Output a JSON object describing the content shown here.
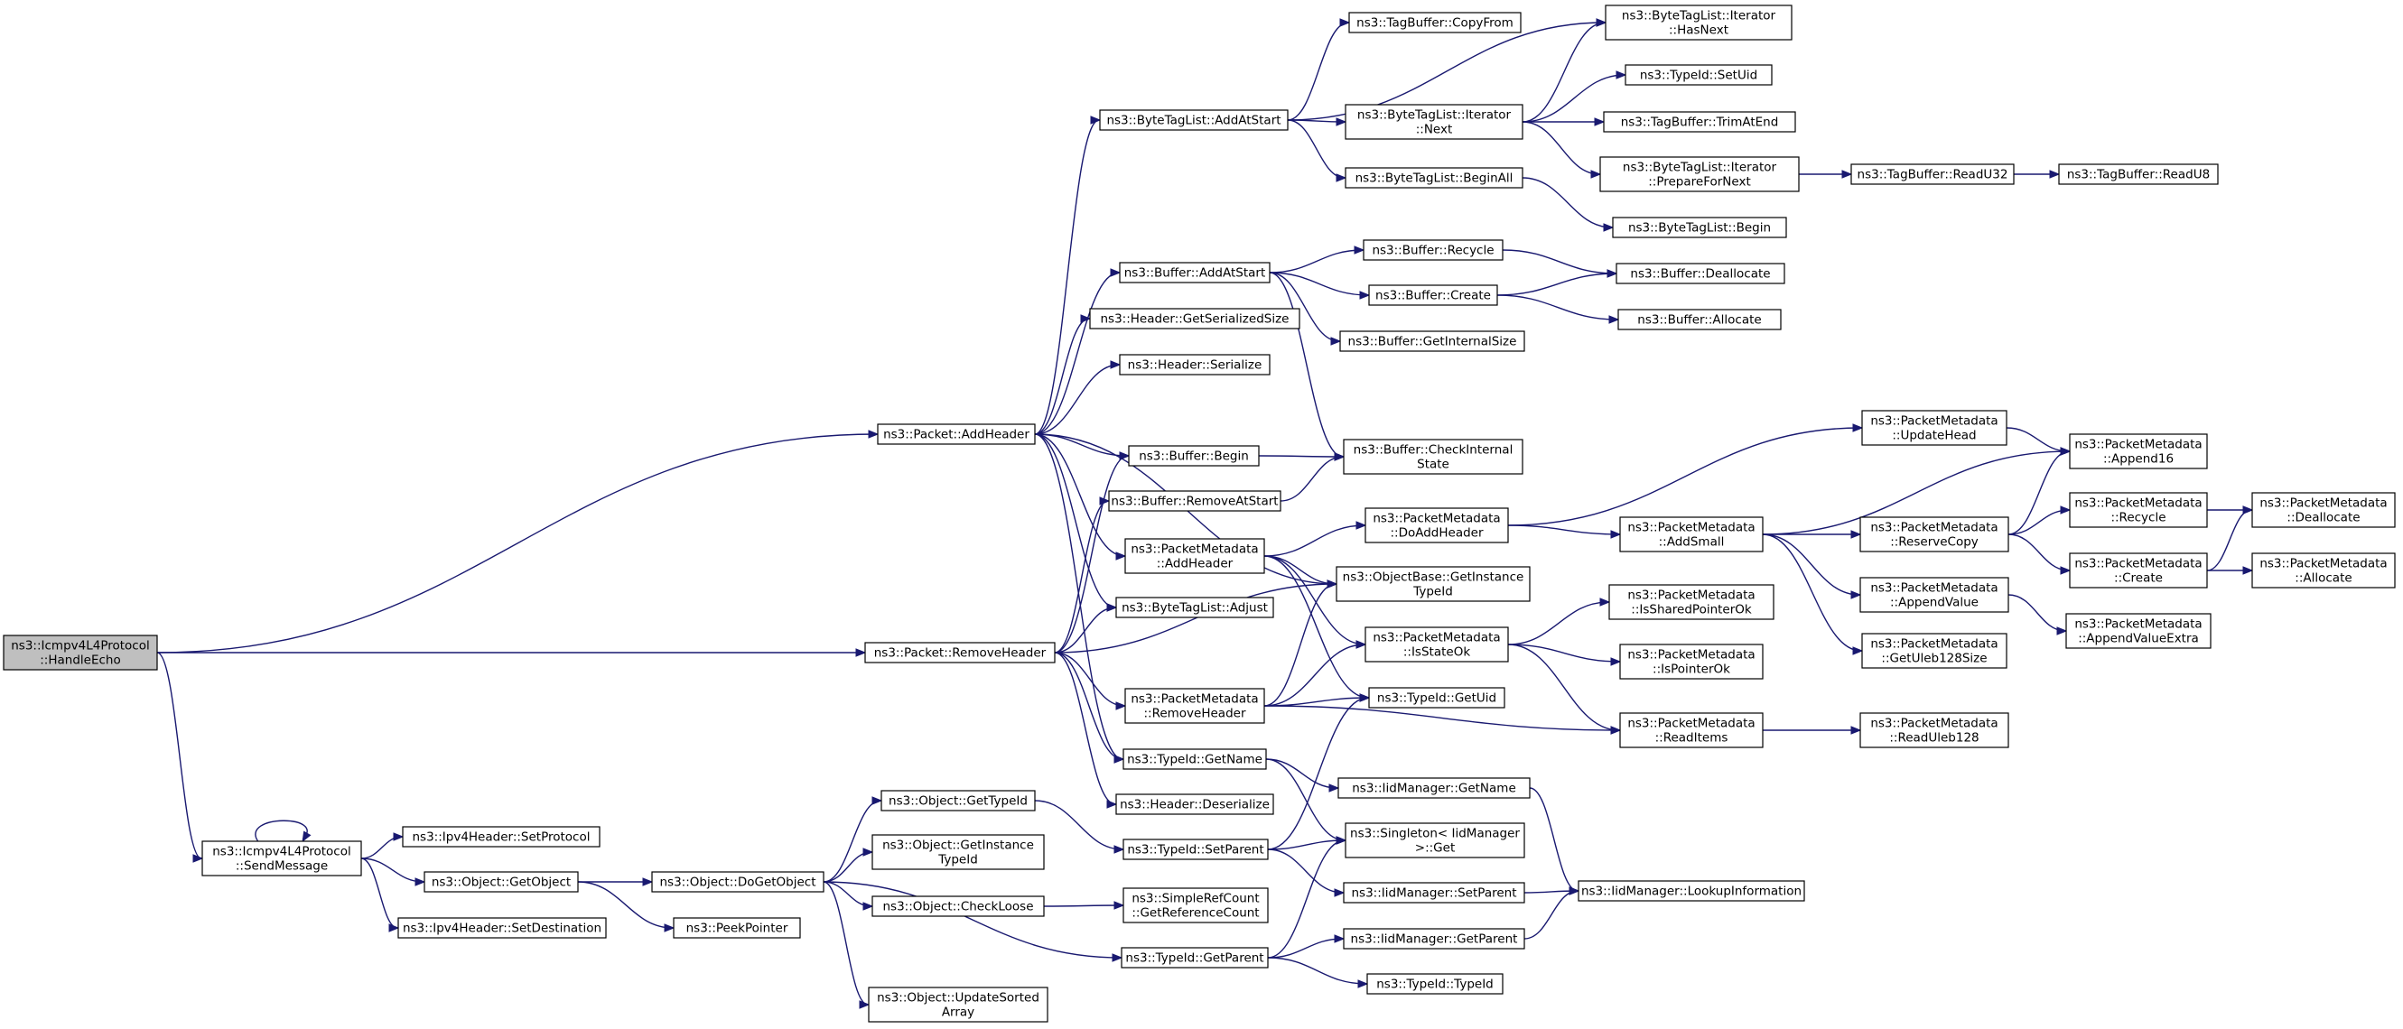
{
  "diagram": {
    "type": "call-graph",
    "root": "ns3::Icmpv4L4Protocol::HandleEcho",
    "nodes": [
      {
        "id": "HandleEcho",
        "lines": [
          "ns3::Icmpv4L4Protocol",
          "::HandleEcho"
        ],
        "root": true
      },
      {
        "id": "SendMessage",
        "lines": [
          "ns3::Icmpv4L4Protocol",
          "::SendMessage"
        ]
      },
      {
        "id": "AddHeader",
        "lines": [
          "ns3::Packet::AddHeader"
        ]
      },
      {
        "id": "RemoveHeader",
        "lines": [
          "ns3::Packet::RemoveHeader"
        ]
      },
      {
        "id": "SetProtocol",
        "lines": [
          "ns3::Ipv4Header::SetProtocol"
        ]
      },
      {
        "id": "GetObject",
        "lines": [
          "ns3::Object::GetObject"
        ]
      },
      {
        "id": "SetDestination",
        "lines": [
          "ns3::Ipv4Header::SetDestination"
        ]
      },
      {
        "id": "DoGetObject",
        "lines": [
          "ns3::Object::DoGetObject"
        ]
      },
      {
        "id": "PeekPointer",
        "lines": [
          "ns3::PeekPointer"
        ]
      },
      {
        "id": "ObjGetTypeId",
        "lines": [
          "ns3::Object::GetTypeId"
        ]
      },
      {
        "id": "ObjGetInstanceTypeId",
        "lines": [
          "ns3::Object::GetInstance",
          "TypeId"
        ]
      },
      {
        "id": "CheckLoose",
        "lines": [
          "ns3::Object::CheckLoose"
        ]
      },
      {
        "id": "UpdateSortedArray",
        "lines": [
          "ns3::Object::UpdateSorted",
          "Array"
        ]
      },
      {
        "id": "BTLAddAtStart",
        "lines": [
          "ns3::ByteTagList::AddAtStart"
        ]
      },
      {
        "id": "BufAddAtStart",
        "lines": [
          "ns3::Buffer::AddAtStart"
        ]
      },
      {
        "id": "HdrGetSerializedSize",
        "lines": [
          "ns3::Header::GetSerializedSize"
        ]
      },
      {
        "id": "HdrSerialize",
        "lines": [
          "ns3::Header::Serialize"
        ]
      },
      {
        "id": "BufBegin",
        "lines": [
          "ns3::Buffer::Begin"
        ]
      },
      {
        "id": "BufRemoveAtStart",
        "lines": [
          "ns3::Buffer::RemoveAtStart"
        ]
      },
      {
        "id": "PMAddHeader",
        "lines": [
          "ns3::PacketMetadata",
          "::AddHeader"
        ]
      },
      {
        "id": "BTLAdjust",
        "lines": [
          "ns3::ByteTagList::Adjust"
        ]
      },
      {
        "id": "PMRemoveHeader",
        "lines": [
          "ns3::PacketMetadata",
          "::RemoveHeader"
        ]
      },
      {
        "id": "TypeIdGetName",
        "lines": [
          "ns3::TypeId::GetName"
        ]
      },
      {
        "id": "HdrDeserialize",
        "lines": [
          "ns3::Header::Deserialize"
        ]
      },
      {
        "id": "TypeIdSetParent",
        "lines": [
          "ns3::TypeId::SetParent"
        ]
      },
      {
        "id": "SRCGetReferenceCount",
        "lines": [
          "ns3::SimpleRefCount",
          "::GetReferenceCount"
        ]
      },
      {
        "id": "TypeIdGetParent",
        "lines": [
          "ns3::TypeId::GetParent"
        ]
      },
      {
        "id": "TBCopyFrom",
        "lines": [
          "ns3::TagBuffer::CopyFrom"
        ]
      },
      {
        "id": "BTLIterNext",
        "lines": [
          "ns3::ByteTagList::Iterator",
          "::Next"
        ]
      },
      {
        "id": "BTLBeginAll",
        "lines": [
          "ns3::ByteTagList::BeginAll"
        ]
      },
      {
        "id": "BufRecycle",
        "lines": [
          "ns3::Buffer::Recycle"
        ]
      },
      {
        "id": "BufCreate",
        "lines": [
          "ns3::Buffer::Create"
        ]
      },
      {
        "id": "BufGetInternalSize",
        "lines": [
          "ns3::Buffer::GetInternalSize"
        ]
      },
      {
        "id": "BufCheckInternalState",
        "lines": [
          "ns3::Buffer::CheckInternal",
          "State"
        ]
      },
      {
        "id": "PMDoAddHeader",
        "lines": [
          "ns3::PacketMetadata",
          "::DoAddHeader"
        ]
      },
      {
        "id": "OBGetInstanceTypeId",
        "lines": [
          "ns3::ObjectBase::GetInstance",
          "TypeId"
        ]
      },
      {
        "id": "PMIsStateOk",
        "lines": [
          "ns3::PacketMetadata",
          "::IsStateOk"
        ]
      },
      {
        "id": "TypeIdGetUid",
        "lines": [
          "ns3::TypeId::GetUid"
        ]
      },
      {
        "id": "IidGetName",
        "lines": [
          "ns3::IidManager::GetName"
        ]
      },
      {
        "id": "SingletonGet",
        "lines": [
          "ns3::Singleton< IidManager",
          " >::Get"
        ]
      },
      {
        "id": "IidSetParent",
        "lines": [
          "ns3::IidManager::SetParent"
        ]
      },
      {
        "id": "IidGetParent",
        "lines": [
          "ns3::IidManager::GetParent"
        ]
      },
      {
        "id": "TypeIdTypeId",
        "lines": [
          "ns3::TypeId::TypeId"
        ]
      },
      {
        "id": "BTLIterHasNext",
        "lines": [
          "ns3::ByteTagList::Iterator",
          "::HasNext"
        ]
      },
      {
        "id": "TypeIdSetUid",
        "lines": [
          "ns3::TypeId::SetUid"
        ]
      },
      {
        "id": "TBTrimAtEnd",
        "lines": [
          "ns3::TagBuffer::TrimAtEnd"
        ]
      },
      {
        "id": "BTLIterPrepareForNext",
        "lines": [
          "ns3::ByteTagList::Iterator",
          "::PrepareForNext"
        ]
      },
      {
        "id": "BTLBegin",
        "lines": [
          "ns3::ByteTagList::Begin"
        ]
      },
      {
        "id": "BufDeallocate",
        "lines": [
          "ns3::Buffer::Deallocate"
        ]
      },
      {
        "id": "BufAllocate",
        "lines": [
          "ns3::Buffer::Allocate"
        ]
      },
      {
        "id": "PMUpdateHead",
        "lines": [
          "ns3::PacketMetadata",
          "::UpdateHead"
        ]
      },
      {
        "id": "PMAddSmall",
        "lines": [
          "ns3::PacketMetadata",
          "::AddSmall"
        ]
      },
      {
        "id": "PMIsSharedPointerOk",
        "lines": [
          "ns3::PacketMetadata",
          "::IsSharedPointerOk"
        ]
      },
      {
        "id": "PMIsPointerOk",
        "lines": [
          "ns3::PacketMetadata",
          "::IsPointerOk"
        ]
      },
      {
        "id": "PMReadItems",
        "lines": [
          "ns3::PacketMetadata",
          "::ReadItems"
        ]
      },
      {
        "id": "IidLookupInformation",
        "lines": [
          "ns3::IidManager::LookupInformation"
        ]
      },
      {
        "id": "TBReadU32",
        "lines": [
          "ns3::TagBuffer::ReadU32"
        ]
      },
      {
        "id": "PMReserveCopy",
        "lines": [
          "ns3::PacketMetadata",
          "::ReserveCopy"
        ]
      },
      {
        "id": "PMAppendValue",
        "lines": [
          "ns3::PacketMetadata",
          "::AppendValue"
        ]
      },
      {
        "id": "PMGetUleb128Size",
        "lines": [
          "ns3::PacketMetadata",
          "::GetUleb128Size"
        ]
      },
      {
        "id": "PMReadUleb128",
        "lines": [
          "ns3::PacketMetadata",
          "::ReadUleb128"
        ]
      },
      {
        "id": "TBReadU8",
        "lines": [
          "ns3::TagBuffer::ReadU8"
        ]
      },
      {
        "id": "PMAppend16",
        "lines": [
          "ns3::PacketMetadata",
          "::Append16"
        ]
      },
      {
        "id": "PMRecycle",
        "lines": [
          "ns3::PacketMetadata",
          "::Recycle"
        ]
      },
      {
        "id": "PMCreate",
        "lines": [
          "ns3::PacketMetadata",
          "::Create"
        ]
      },
      {
        "id": "PMAppendValueExtra",
        "lines": [
          "ns3::PacketMetadata",
          "::AppendValueExtra"
        ]
      },
      {
        "id": "PMDeallocate",
        "lines": [
          "ns3::PacketMetadata",
          "::Deallocate"
        ]
      },
      {
        "id": "PMAllocate",
        "lines": [
          "ns3::PacketMetadata",
          "::Allocate"
        ]
      }
    ],
    "edges": [
      [
        "HandleEcho",
        "AddHeader"
      ],
      [
        "HandleEcho",
        "RemoveHeader"
      ],
      [
        "HandleEcho",
        "SendMessage"
      ],
      [
        "SendMessage",
        "SendMessage"
      ],
      [
        "SendMessage",
        "SetProtocol"
      ],
      [
        "SendMessage",
        "GetObject"
      ],
      [
        "SendMessage",
        "SetDestination"
      ],
      [
        "GetObject",
        "DoGetObject"
      ],
      [
        "GetObject",
        "PeekPointer"
      ],
      [
        "DoGetObject",
        "ObjGetTypeId"
      ],
      [
        "DoGetObject",
        "ObjGetInstanceTypeId"
      ],
      [
        "DoGetObject",
        "CheckLoose"
      ],
      [
        "DoGetObject",
        "UpdateSortedArray"
      ],
      [
        "DoGetObject",
        "TypeIdGetParent"
      ],
      [
        "ObjGetTypeId",
        "TypeIdSetParent"
      ],
      [
        "CheckLoose",
        "SRCGetReferenceCount"
      ],
      [
        "AddHeader",
        "BTLAddAtStart"
      ],
      [
        "AddHeader",
        "BufAddAtStart"
      ],
      [
        "AddHeader",
        "HdrGetSerializedSize"
      ],
      [
        "AddHeader",
        "HdrSerialize"
      ],
      [
        "AddHeader",
        "BufBegin"
      ],
      [
        "AddHeader",
        "PMAddHeader"
      ],
      [
        "AddHeader",
        "BTLAdjust"
      ],
      [
        "AddHeader",
        "TypeIdGetName"
      ],
      [
        "AddHeader",
        "OBGetInstanceTypeId"
      ],
      [
        "RemoveHeader",
        "BufRemoveAtStart"
      ],
      [
        "RemoveHeader",
        "BufBegin"
      ],
      [
        "RemoveHeader",
        "BTLAdjust"
      ],
      [
        "RemoveHeader",
        "PMRemoveHeader"
      ],
      [
        "RemoveHeader",
        "TypeIdGetName"
      ],
      [
        "RemoveHeader",
        "HdrDeserialize"
      ],
      [
        "RemoveHeader",
        "OBGetInstanceTypeId"
      ],
      [
        "BTLAddAtStart",
        "TBCopyFrom"
      ],
      [
        "BTLAddAtStart",
        "BTLIterHasNext"
      ],
      [
        "BTLAddAtStart",
        "BTLIterNext"
      ],
      [
        "BTLAddAtStart",
        "BTLBeginAll"
      ],
      [
        "BTLIterNext",
        "BTLIterHasNext"
      ],
      [
        "BTLIterNext",
        "TypeIdSetUid"
      ],
      [
        "BTLIterNext",
        "TBTrimAtEnd"
      ],
      [
        "BTLIterNext",
        "BTLIterPrepareForNext"
      ],
      [
        "BTLIterPrepareForNext",
        "TBReadU32"
      ],
      [
        "TBReadU32",
        "TBReadU8"
      ],
      [
        "BTLBeginAll",
        "BTLBegin"
      ],
      [
        "BufAddAtStart",
        "BufRecycle"
      ],
      [
        "BufAddAtStart",
        "BufCreate"
      ],
      [
        "BufAddAtStart",
        "BufGetInternalSize"
      ],
      [
        "BufAddAtStart",
        "BufCheckInternalState"
      ],
      [
        "BufRecycle",
        "BufDeallocate"
      ],
      [
        "BufCreate",
        "BufDeallocate"
      ],
      [
        "BufCreate",
        "BufAllocate"
      ],
      [
        "BufBegin",
        "BufCheckInternalState"
      ],
      [
        "BufRemoveAtStart",
        "BufCheckInternalState"
      ],
      [
        "PMAddHeader",
        "PMDoAddHeader"
      ],
      [
        "PMAddHeader",
        "PMIsStateOk"
      ],
      [
        "PMAddHeader",
        "TypeIdGetUid"
      ],
      [
        "PMAddHeader",
        "OBGetInstanceTypeId"
      ],
      [
        "PMRemoveHeader",
        "PMIsStateOk"
      ],
      [
        "PMRemoveHeader",
        "TypeIdGetUid"
      ],
      [
        "PMRemoveHeader",
        "PMReadItems"
      ],
      [
        "PMRemoveHeader",
        "OBGetInstanceTypeId"
      ],
      [
        "PMDoAddHeader",
        "PMUpdateHead"
      ],
      [
        "PMDoAddHeader",
        "PMAddSmall"
      ],
      [
        "PMUpdateHead",
        "PMAppend16"
      ],
      [
        "PMAddSmall",
        "PMAppend16"
      ],
      [
        "PMAddSmall",
        "PMReserveCopy"
      ],
      [
        "PMAddSmall",
        "PMAppendValue"
      ],
      [
        "PMAddSmall",
        "PMGetUleb128Size"
      ],
      [
        "PMReserveCopy",
        "PMAppend16"
      ],
      [
        "PMReserveCopy",
        "PMRecycle"
      ],
      [
        "PMReserveCopy",
        "PMCreate"
      ],
      [
        "PMRecycle",
        "PMDeallocate"
      ],
      [
        "PMCreate",
        "PMDeallocate"
      ],
      [
        "PMCreate",
        "PMAllocate"
      ],
      [
        "PMAppendValue",
        "PMAppendValueExtra"
      ],
      [
        "PMIsStateOk",
        "PMIsSharedPointerOk"
      ],
      [
        "PMIsStateOk",
        "PMIsPointerOk"
      ],
      [
        "PMIsStateOk",
        "PMReadItems"
      ],
      [
        "PMReadItems",
        "PMReadUleb128"
      ],
      [
        "TypeIdGetName",
        "IidGetName"
      ],
      [
        "TypeIdGetName",
        "SingletonGet"
      ],
      [
        "IidGetName",
        "IidLookupInformation"
      ],
      [
        "TypeIdSetParent",
        "TypeIdGetUid"
      ],
      [
        "TypeIdSetParent",
        "SingletonGet"
      ],
      [
        "TypeIdSetParent",
        "IidSetParent"
      ],
      [
        "IidSetParent",
        "IidLookupInformation"
      ],
      [
        "TypeIdGetParent",
        "SingletonGet"
      ],
      [
        "TypeIdGetParent",
        "IidGetParent"
      ],
      [
        "TypeIdGetParent",
        "TypeIdTypeId"
      ],
      [
        "IidGetParent",
        "IidLookupInformation"
      ]
    ]
  }
}
